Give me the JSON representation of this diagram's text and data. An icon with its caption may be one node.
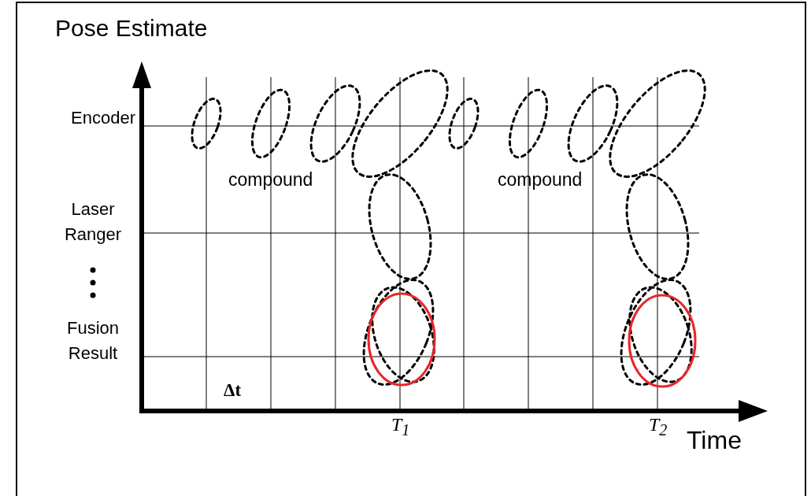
{
  "diagram": {
    "labels": [
      "Pose Estimate",
      "Encoder",
      "compound",
      "compound",
      "Laser Ranger",
      "Fusion Result",
      "Δt",
      "T$_{1}$",
      "T$_{2}$",
      "Time"
    ]
  }
}
